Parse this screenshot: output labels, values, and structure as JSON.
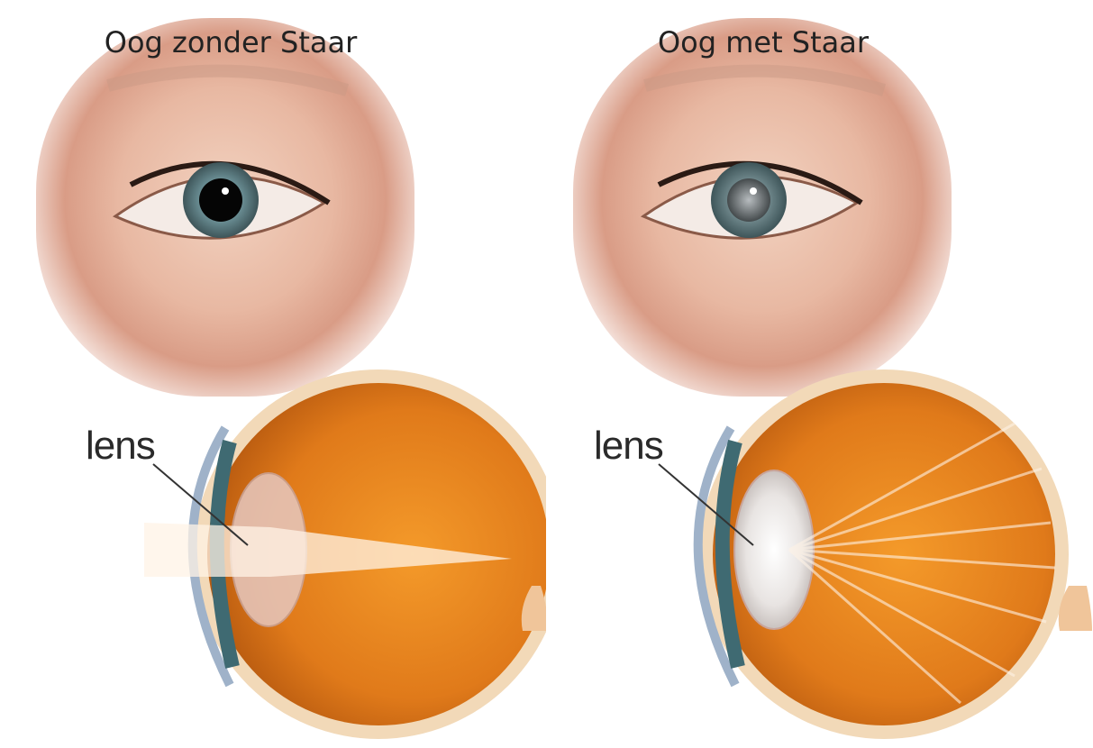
{
  "left": {
    "title": "Oog zonder Staar",
    "label": "lens"
  },
  "right": {
    "title": "Oog met Staar",
    "label": "lens"
  },
  "colors": {
    "skin": "#e8b8a2",
    "iris": "#5b7f86",
    "globe": "#e07a1a",
    "globe_rim": "#f2d9b8",
    "cornea": "#b9c7d8"
  }
}
